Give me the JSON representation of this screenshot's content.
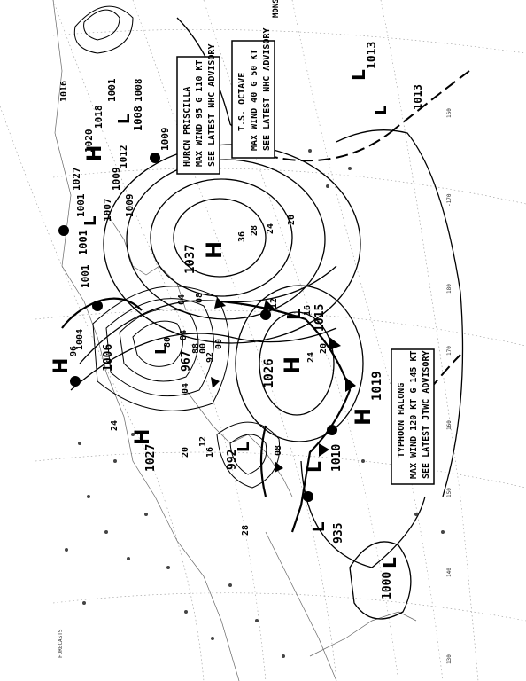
{
  "map": {
    "highs": [
      {
        "label": "H",
        "pressure": "1037"
      },
      {
        "label": "H",
        "pressure": "1026"
      },
      {
        "label": "H",
        "pressure": "1019"
      },
      {
        "label": "H",
        "pressure": "1027"
      },
      {
        "label": "H",
        "pressure": "1006"
      },
      {
        "label": "H",
        "pressure": ""
      }
    ],
    "lows": [
      {
        "label": "L",
        "pressure": "1013"
      },
      {
        "label": "L",
        "pressure": "1015"
      },
      {
        "label": "L",
        "pressure": "967"
      },
      {
        "label": "L",
        "pressure": "992"
      },
      {
        "label": "L",
        "pressure": "1010"
      },
      {
        "label": "L",
        "pressure": "935"
      },
      {
        "label": "L",
        "pressure": "1008"
      },
      {
        "label": "L",
        "pressure": "1001"
      },
      {
        "label": "L",
        "pressure": "1000"
      },
      {
        "label": "L",
        "pressure": ""
      }
    ],
    "advisories": [
      {
        "line1": "HURCN PRISCILLA",
        "line2": "MAX WIND 95 G 110 KT",
        "line3": "SEE LATEST NHC ADVISORY"
      },
      {
        "line1": "T.S. OCTAVE",
        "line2": "MAX WIND 40 G 50 KT",
        "line3": "SEE LATEST NHC ADVISORY"
      },
      {
        "line1": "TYPHOON HALONG",
        "line2": "MAX WIND 120 KT G 145 KT",
        "line3": "SEE LATEST JTWC ADVISORY"
      }
    ],
    "isobar_labels": [
      "1009",
      "1009",
      "1009",
      "1007",
      "1001",
      "1001",
      "1001",
      "1020",
      "1027",
      "1018",
      "1008",
      "1012",
      "1016",
      "1004",
      "1013",
      "36",
      "28",
      "24",
      "20",
      "24",
      "20",
      "16",
      "12",
      "08",
      "04",
      "00",
      "96",
      "92",
      "88",
      "84",
      "80",
      "00",
      "04",
      "08",
      "12",
      "16",
      "20",
      "24",
      "28"
    ],
    "longitudes": [
      "-170",
      "180",
      "170",
      "160",
      "150",
      "140",
      "130",
      "160"
    ],
    "corner_text": "MONSO",
    "station_note": "FORECASTS"
  }
}
